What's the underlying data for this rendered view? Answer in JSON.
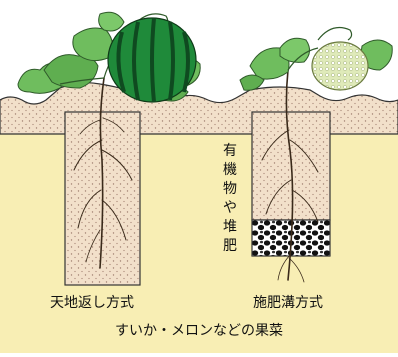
{
  "labels": {
    "left_method": "天地返し方式",
    "right_method": "施肥溝方式",
    "vertical": "有機物や堆肥",
    "caption": "すいか・メロンなどの果菜"
  },
  "colors": {
    "background": "#ffffff",
    "subsoil": "#f8eeb4",
    "topsoil": "#f2e0ca",
    "speckle": "#a08070",
    "outline": "#333333",
    "root": "#3a2a1a",
    "leaf": "#6fbd5e",
    "leaf_dark": "#3f8a3a",
    "watermelon": "#1f8a3a",
    "watermelon_stripe": "#0f4a20",
    "melon": "#d9e8b0",
    "compost": "#eeeeee"
  },
  "icons": {
    "watermelon": "watermelon-illustration",
    "melon": "melon-illustration",
    "compost": "compost-layer"
  }
}
